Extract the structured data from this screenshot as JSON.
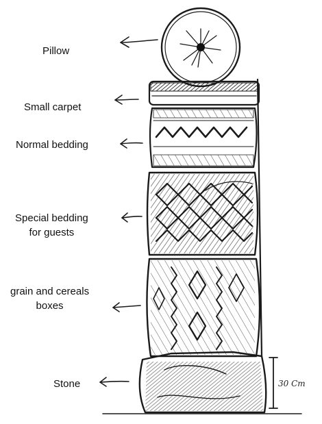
{
  "labels": {
    "pillow": "Pillow",
    "small_carpet": "Small carpet",
    "normal_bedding": "Normal bedding",
    "special_bedding": [
      "Special bedding",
      "for guests"
    ],
    "grain_boxes": [
      "grain and cereals",
      "boxes"
    ],
    "stone": "Stone"
  },
  "height_note": "30 Cm",
  "colors": {
    "ink": "#1a1a1a",
    "background": "#ffffff"
  }
}
